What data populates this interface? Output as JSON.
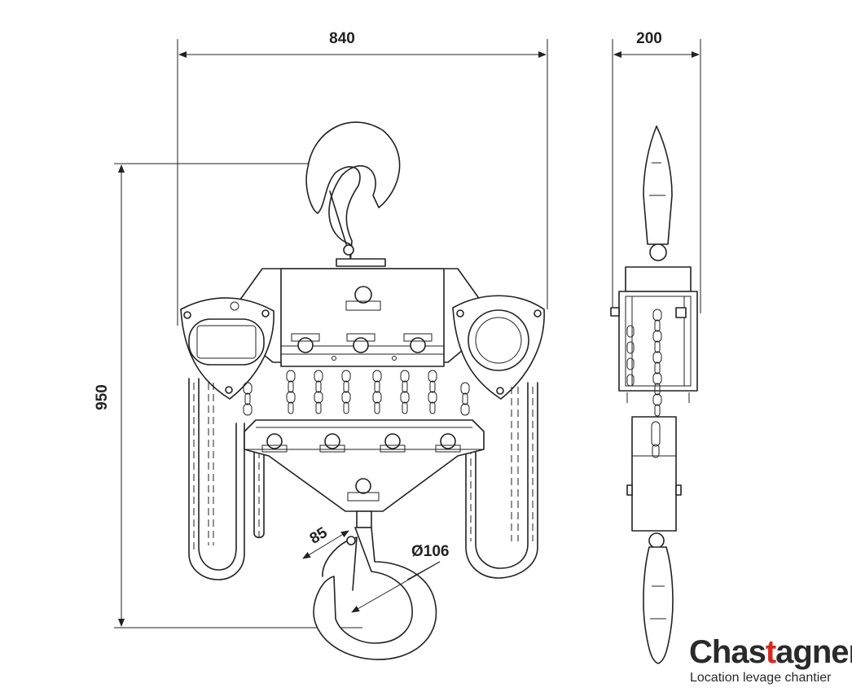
{
  "dimensions": {
    "width": "840",
    "side_width": "200",
    "height": "950",
    "hook_opening": "85",
    "hook_diameter": "Ø106"
  },
  "logo": {
    "name_part1": "Chas",
    "name_accent": "t",
    "name_part2": "agner",
    "tagline_part1": "Location levage",
    "tagline_part2": "chantier",
    "accent_color": "#d8281f"
  }
}
